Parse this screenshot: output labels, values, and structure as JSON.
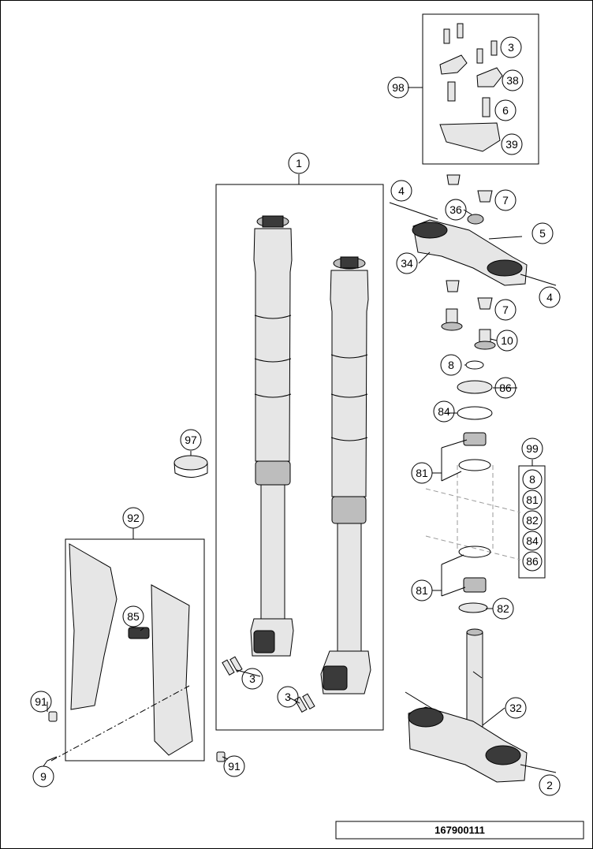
{
  "drawing_number": "167900111",
  "callouts": {
    "c1": "1",
    "c2": "2",
    "c3a": "3",
    "c3b": "3",
    "c3c": "3",
    "c4a": "4",
    "c4b": "4",
    "c5": "5",
    "c6": "6",
    "c7a": "7",
    "c7b": "7",
    "c8a": "8",
    "c8b": "8",
    "c9": "9",
    "c10": "10",
    "c32": "32",
    "c34": "34",
    "c36": "36",
    "c38": "38",
    "c39": "39",
    "c81a": "81",
    "c81b": "81",
    "c81c": "81",
    "c82a": "82",
    "c82b": "82",
    "c84a": "84",
    "c84b": "84",
    "c85": "85",
    "c86a": "86",
    "c86b": "86",
    "c91a": "91",
    "c91b": "91",
    "c92": "92",
    "c97": "97",
    "c98": "98",
    "c99": "99"
  }
}
